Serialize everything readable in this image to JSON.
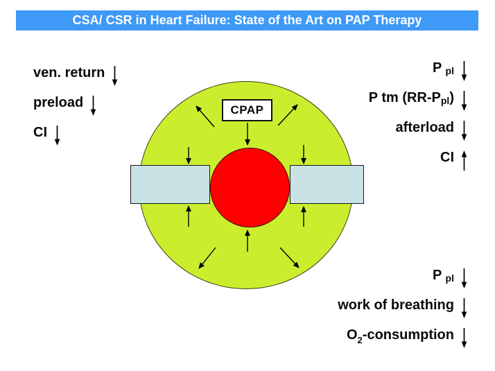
{
  "slide": {
    "title": "CSA/ CSR in Heart Failure: State of the Art on PAP Therapy"
  },
  "colors": {
    "title_bg": "#3E99F7",
    "title_text": "#FFFFFF",
    "thorax_green": "#CAEE2E",
    "heart_red": "#FE0000",
    "vessel_blue": "#C9E3E5",
    "line": "#000000"
  },
  "diagram": {
    "cpap_label": "CPAP"
  },
  "left_block": {
    "rows": [
      {
        "text": "ven. return",
        "trend": "down"
      },
      {
        "text": "preload",
        "trend": "down"
      },
      {
        "text": "CI",
        "trend": "down"
      }
    ]
  },
  "right_top_block": {
    "rows": [
      {
        "pre": "P ",
        "sub": "pl",
        "post": "",
        "trend": "down"
      },
      {
        "pre": "P tm (RR-P",
        "sub": "pl",
        "post": ")",
        "trend": "down"
      },
      {
        "pre": "afterload",
        "sub": "",
        "post": "",
        "trend": "down"
      },
      {
        "pre": "CI",
        "sub": "",
        "post": "",
        "trend": "up"
      }
    ]
  },
  "right_bottom_block": {
    "rows": [
      {
        "pre": "P ",
        "sub": "pl",
        "post": "",
        "trend": "down"
      },
      {
        "pre": "work of breathing",
        "sub": "",
        "post": "",
        "trend": "down"
      },
      {
        "pre": "O",
        "sub": "2",
        "post": "-consumption",
        "trend": "down"
      }
    ]
  }
}
